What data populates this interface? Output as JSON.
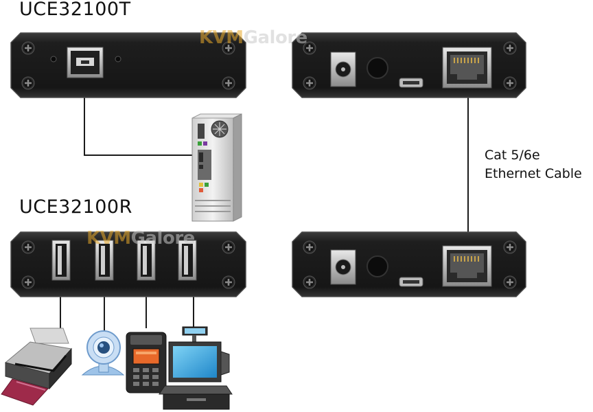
{
  "labels": {
    "transmitter_model": "UCE32100T",
    "receiver_model": "UCE32100R",
    "cable_line1": "Cat 5/6e",
    "cable_line2": "Ethernet Cable"
  },
  "watermark": {
    "part1": "KVM",
    "part2": "Galore"
  },
  "colors": {
    "device_body": "#1c1c1c",
    "device_edge": "#3a3a3a",
    "line": "#1a1a1a",
    "watermark_orange": "#e8a92a",
    "watermark_gray": "#c9c9c9"
  },
  "icons": {
    "computer": "desktop-tower-icon",
    "printer": "printer-icon",
    "webcam": "webcam-icon",
    "card_reader": "card-terminal-icon",
    "pos": "pos-terminal-icon"
  }
}
